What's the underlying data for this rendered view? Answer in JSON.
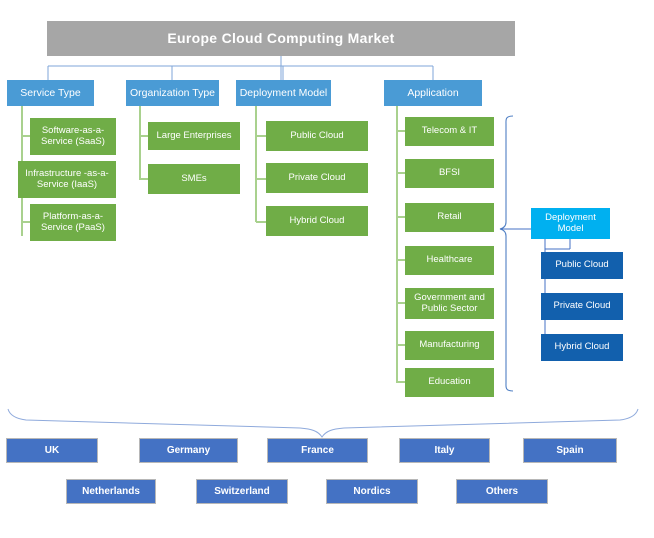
{
  "diagram": {
    "title": "Europe Cloud Computing Market",
    "colors": {
      "title_bar": "#A6A6A6",
      "category": "#4A9BD5",
      "leaf_green": "#70AD47",
      "subhead_cyan": "#00B0F0",
      "deployment_leaf": "#1260AD",
      "country": "#4472C4",
      "connector_blue": "#7FA6D8",
      "connector_green": "#A9D18E"
    },
    "branches": [
      {
        "key": "service-type",
        "label": "Service Type",
        "items": [
          "Software-as-a-Service (SaaS)",
          "Infrastructure -as-a-Service (IaaS)",
          "Platform-as-a-Service (PaaS)"
        ]
      },
      {
        "key": "organization-type",
        "label": "Organization Type",
        "items": [
          "Large Enterprises",
          "SMEs"
        ]
      },
      {
        "key": "deployment-model",
        "label": "Deployment Model",
        "items": [
          "Public Cloud",
          "Private Cloud",
          "Hybrid Cloud"
        ]
      },
      {
        "key": "application",
        "label": "Application",
        "items": [
          "Telecom & IT",
          "BFSI",
          "Retail",
          "Healthcare",
          "Government and Public Sector",
          "Manufacturing",
          "Education"
        ]
      }
    ],
    "sub_branch": {
      "key": "deployment-model-detail",
      "label": "Deployment Model",
      "items": [
        "Public Cloud",
        "Private Cloud",
        "Hybrid Cloud"
      ]
    },
    "geography": {
      "row1": [
        "UK",
        "Germany",
        "France",
        "Italy",
        "Spain"
      ],
      "row2": [
        "Netherlands",
        "Switzerland",
        "Nordics",
        "Others"
      ]
    }
  }
}
